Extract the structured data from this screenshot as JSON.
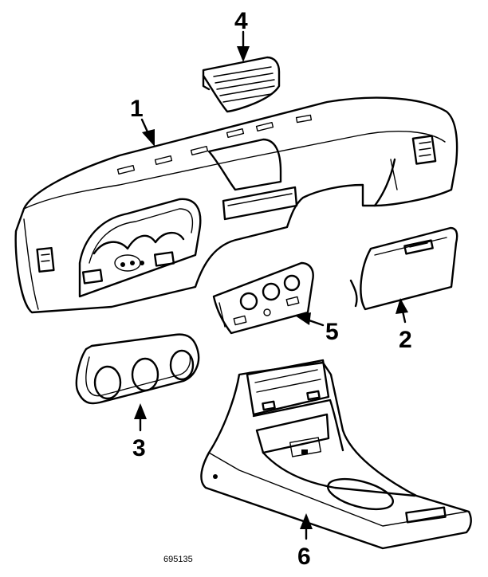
{
  "callouts": [
    {
      "id": "1",
      "text": "1"
    },
    {
      "id": "2",
      "text": "2"
    },
    {
      "id": "3",
      "text": "3"
    },
    {
      "id": "4",
      "text": "4"
    },
    {
      "id": "5",
      "text": "5"
    },
    {
      "id": "6",
      "text": "6"
    }
  ],
  "part_number": "695135",
  "colors": {
    "line": "#000000",
    "background": "#ffffff"
  }
}
